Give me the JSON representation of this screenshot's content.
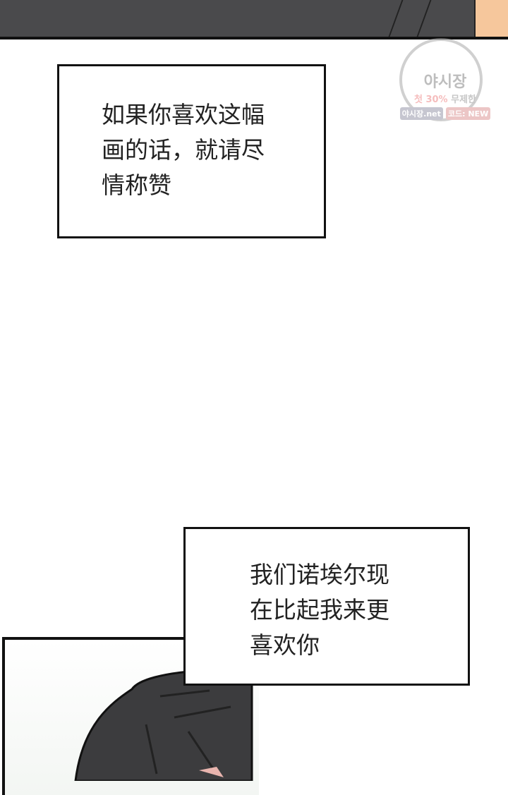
{
  "captions": [
    {
      "text": "如果你喜欢这幅\n画的话，就请尽\n情称赞"
    },
    {
      "text": "我们诺埃尔现\n在比起我来更\n喜欢你"
    }
  ],
  "watermark": {
    "title": "야시장",
    "promo_highlight": "첫 30%",
    "promo_rest": "무제한",
    "site": "야시장.net",
    "code": "코드: NEW"
  },
  "colors": {
    "panel_dark": "#4a4a4c",
    "skin": "#f6c79c",
    "hair": "#3c3c3e"
  }
}
